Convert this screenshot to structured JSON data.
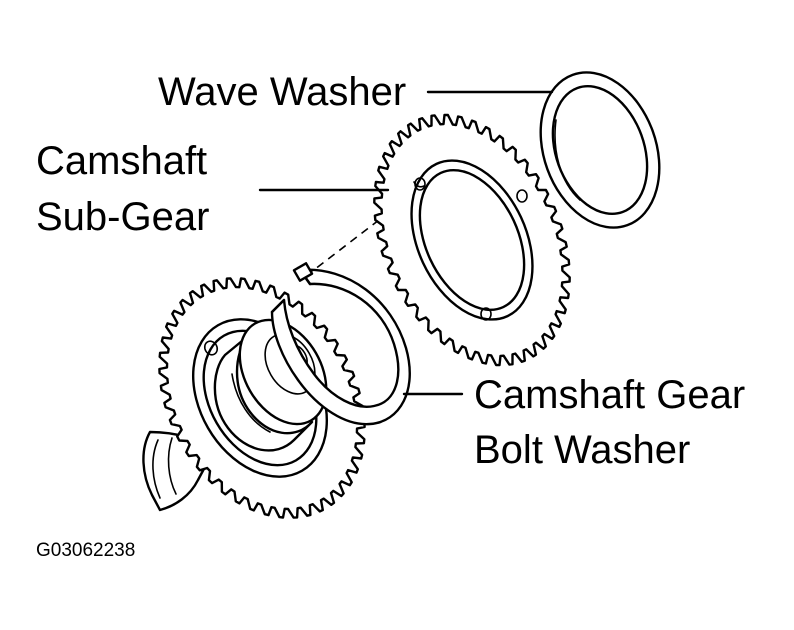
{
  "labels": {
    "wave_washer": "Wave Washer",
    "camshaft_sub_gear_line1": "Camshaft",
    "camshaft_sub_gear_line2": "Sub-Gear",
    "camshaft_gear_bolt_washer_line1": "Camshaft Gear",
    "camshaft_gear_bolt_washer_line2": "Bolt Washer"
  },
  "figure_code": "G03062238"
}
